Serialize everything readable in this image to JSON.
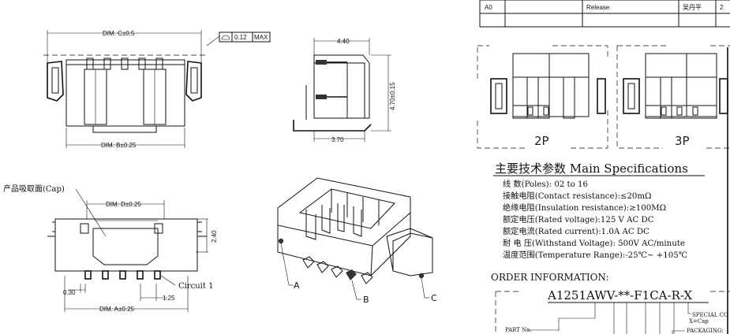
{
  "revision_table": {
    "rev": "A0",
    "description": "Release",
    "drawn_by": "吴丹平",
    "extra": "2"
  },
  "dimensions": {
    "dim_c": "DIM. C±0.5",
    "flatness": "0.12",
    "flatness_max": "MAX",
    "dim_b": "DIM. B±0.25",
    "width_side": "4.40",
    "height_side": "4.70±0.15",
    "depth_side": "3.70",
    "cap_label": "产品吸取面(Cap)",
    "dim_d": "DIM. D±0.25",
    "height_cap": "2.40",
    "pitch": "0.30",
    "pitch2": "1.25",
    "dim_a": "DIM. A±0.25",
    "circuit": "Circuit 1"
  },
  "callouts": {
    "a": "A",
    "b": "B",
    "c": "C"
  },
  "footprints": {
    "two_pole": "2P",
    "three_pole": "3P"
  },
  "specifications": {
    "title": "主要技术参数 Main Specifications",
    "rows": [
      "线    数(Poles): 02 to 16",
      "接触电阻(Contact resistance):≤20mΩ",
      "绝缘电阻(Insulation resistance):≥100MΩ",
      "额定电压(Rated voltage):125 V AC DC",
      "额定电流(Rated current):1.0A AC DC",
      "耐 电 压(Withstand Voltage): 500V AC/minute",
      "温度范围(Temperature Range):-25℃~ +105℃"
    ]
  },
  "order_info": {
    "title": "ORDER INFORMATION:",
    "part_number": "A1251AWV-**-F1CA-R-X",
    "part_no_label": "PART No.",
    "special": "SPECIAL CO",
    "cap_note": "X=Cap",
    "packaging": "PACKAGING:"
  }
}
